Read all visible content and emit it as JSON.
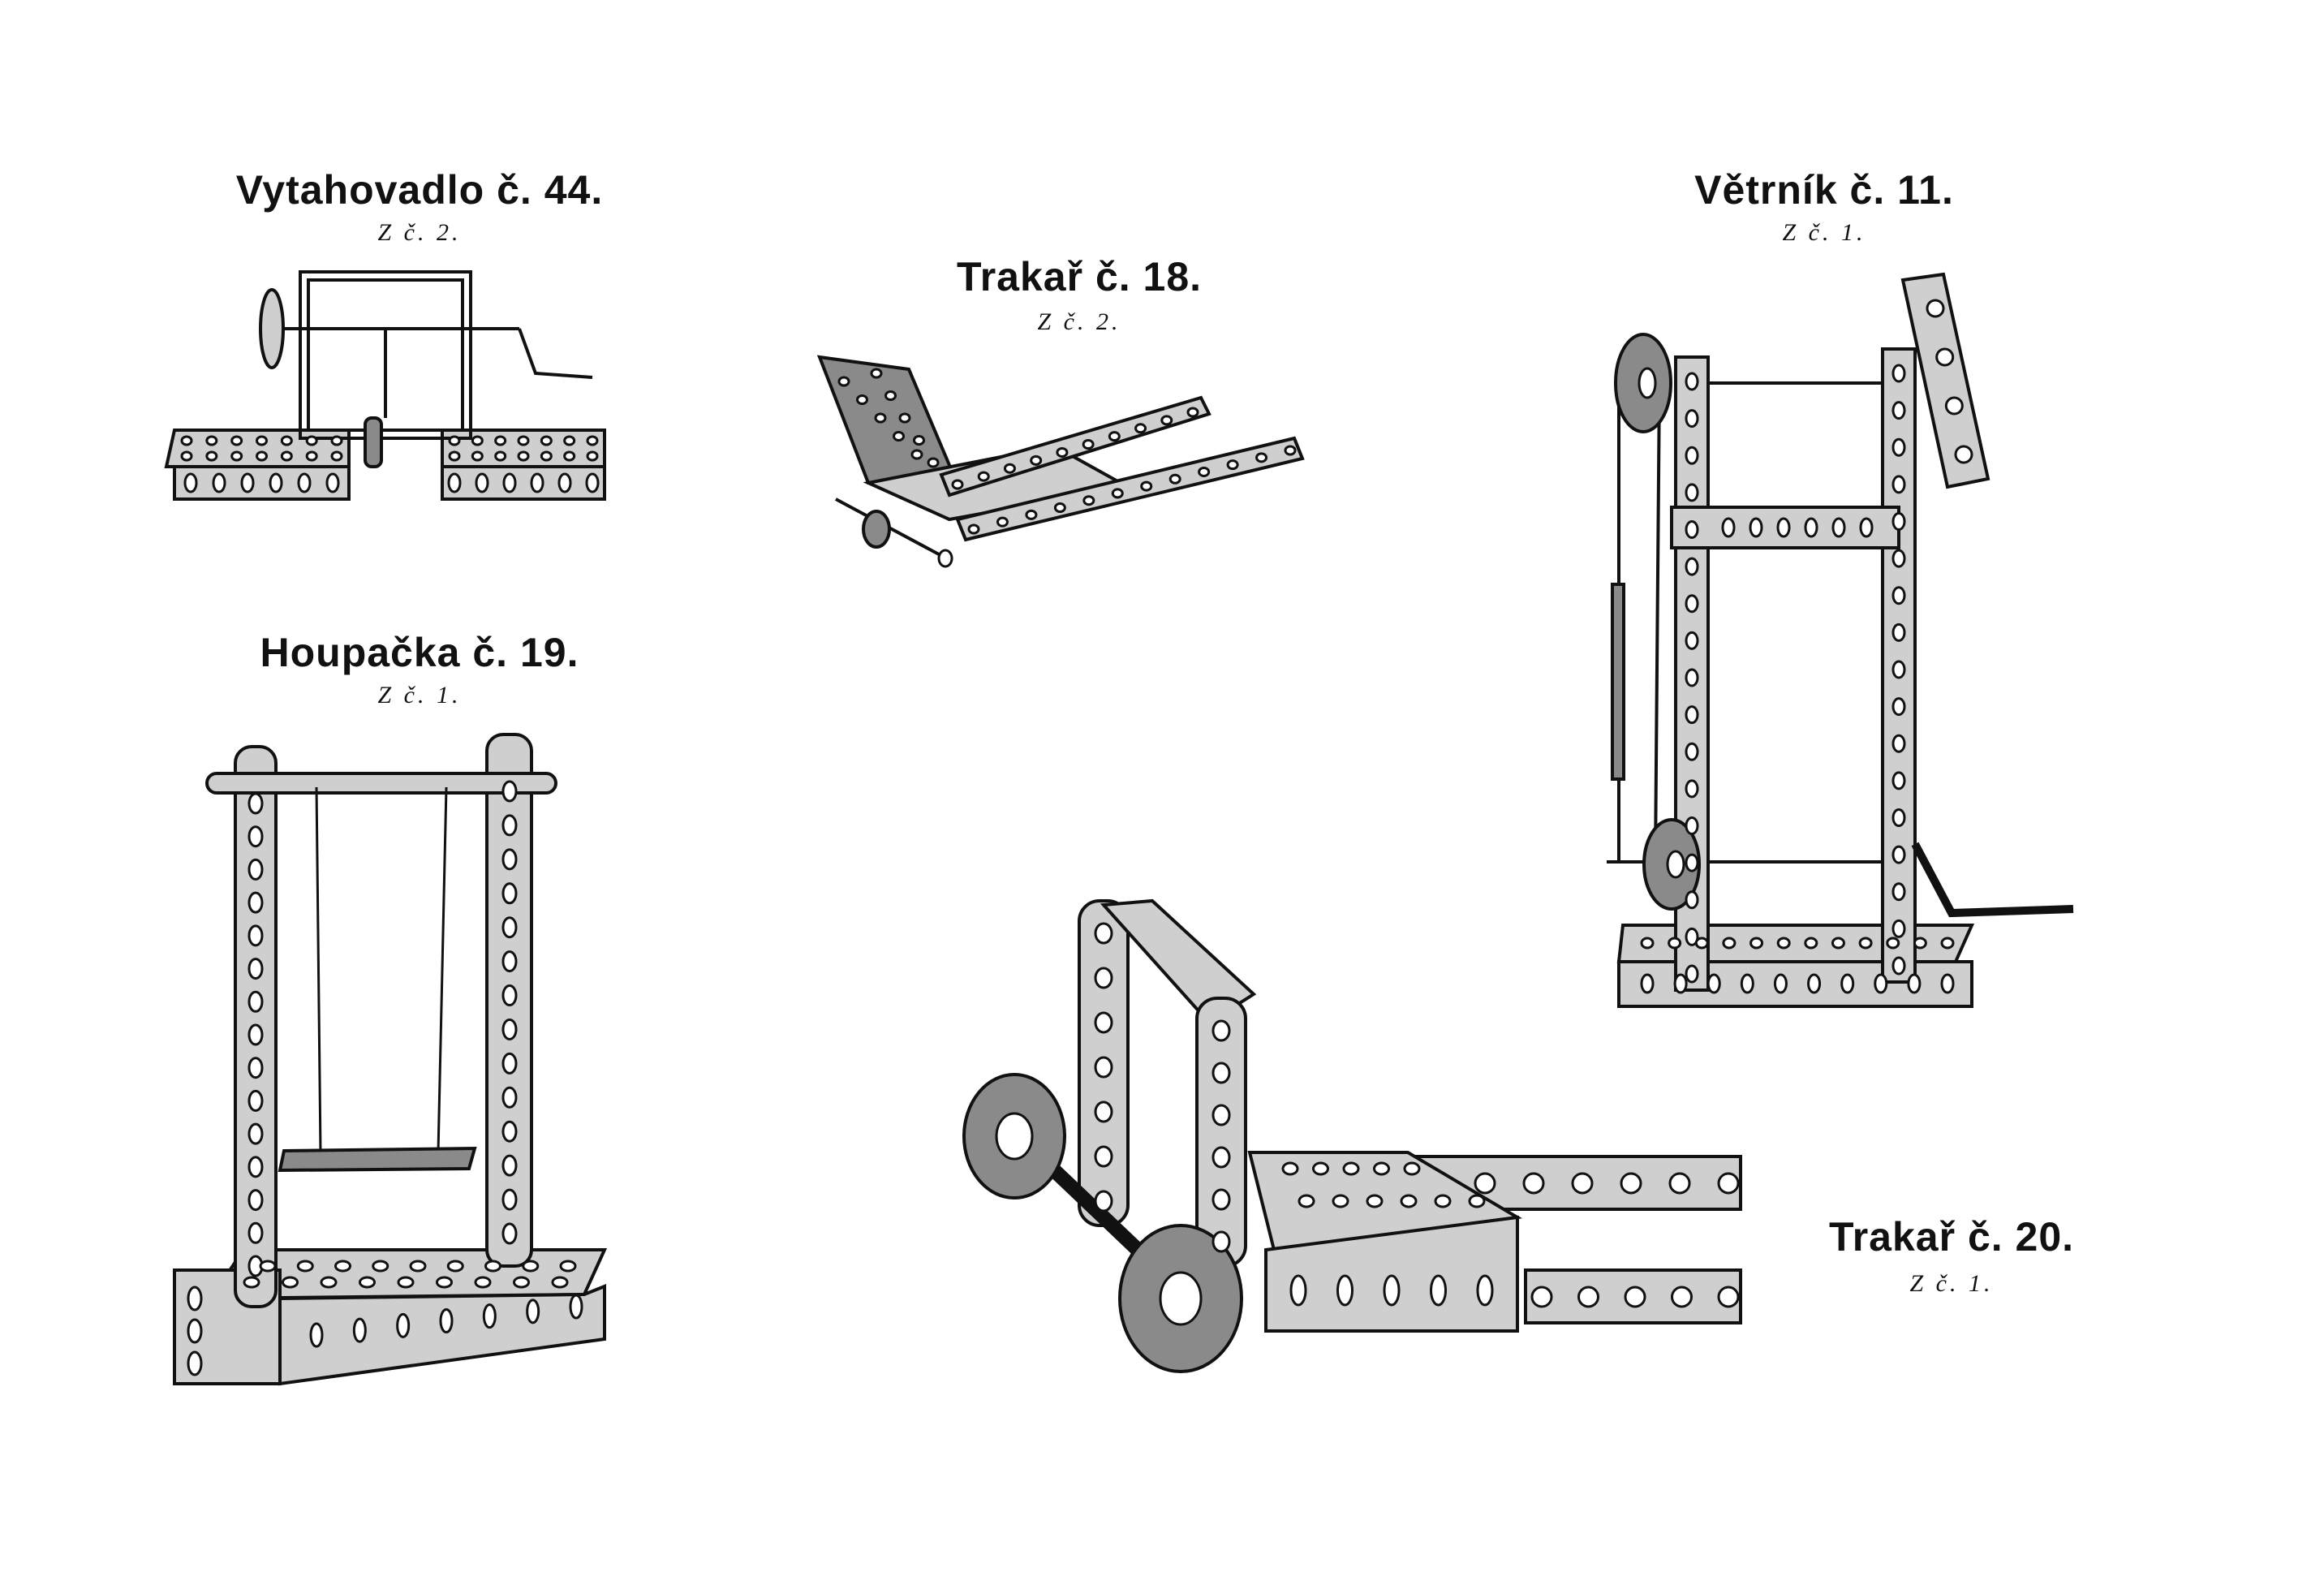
{
  "models": [
    {
      "id": "vytahovadlo",
      "title": "Vytahovadlo č. 44.",
      "set": "Z č. 2."
    },
    {
      "id": "trakar18",
      "title": "Trakař č. 18.",
      "set": "Z č. 2."
    },
    {
      "id": "vetrnik",
      "title": "Větrník č. 11.",
      "set": "Z č. 1."
    },
    {
      "id": "houpacka",
      "title": "Houpačka č. 19.",
      "set": "Z č. 1."
    },
    {
      "id": "trakar20",
      "title": "Trakař č. 20.",
      "set": "Z č. 1."
    }
  ]
}
